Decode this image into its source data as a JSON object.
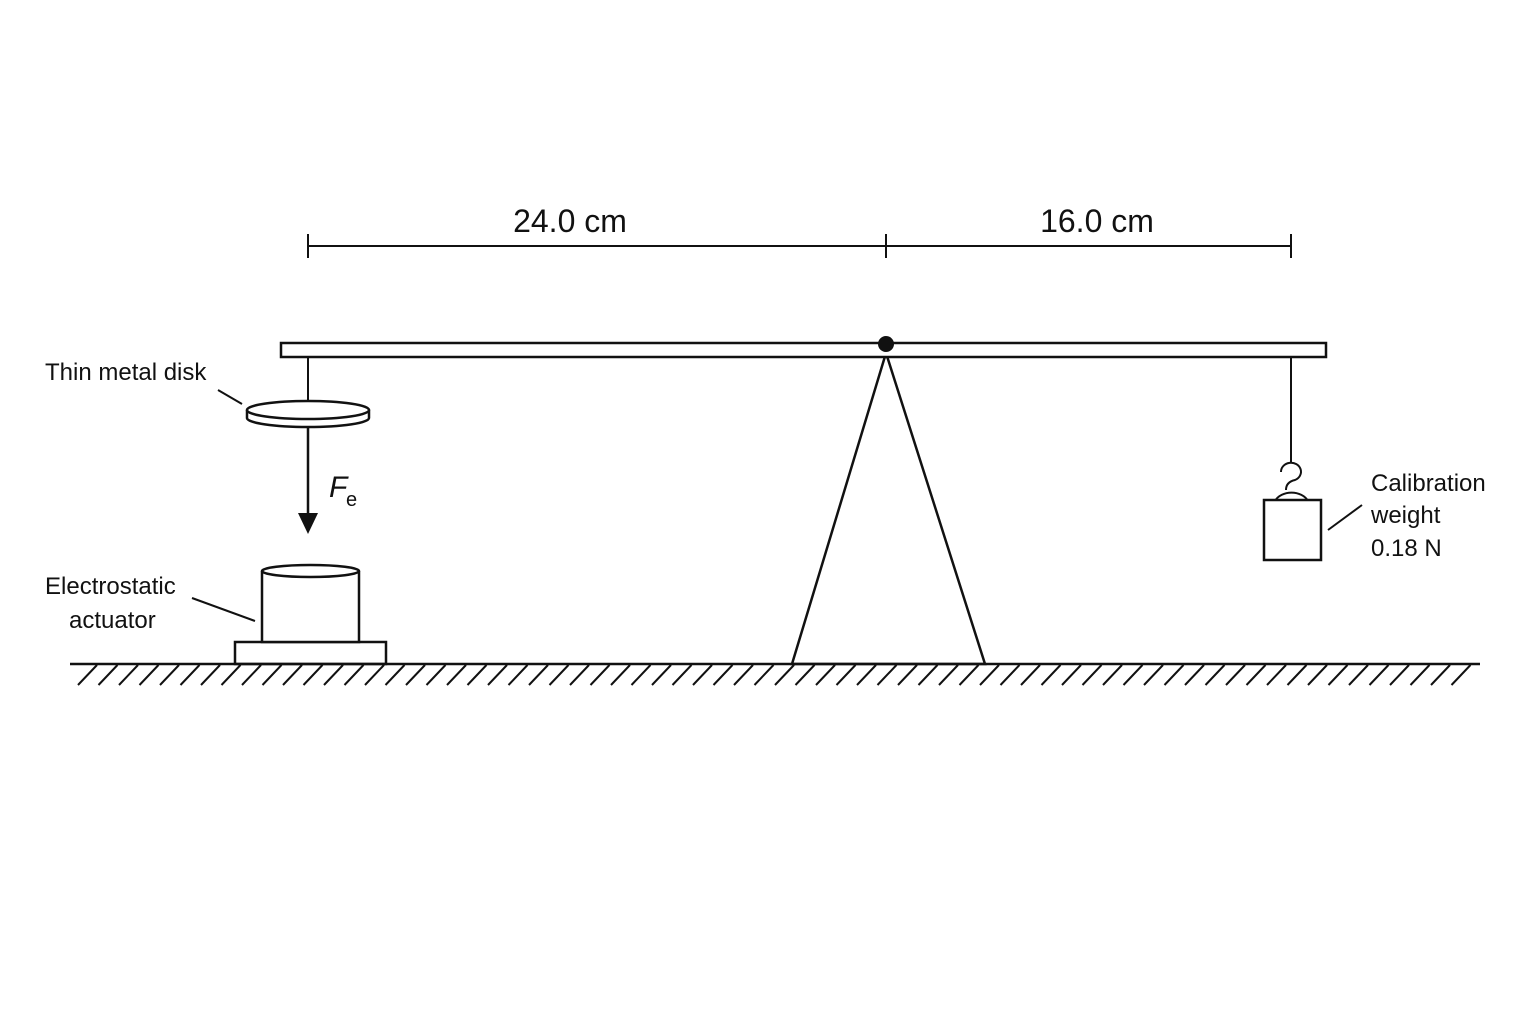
{
  "dimensions": {
    "left_length": "24.0 cm",
    "right_length": "16.0 cm"
  },
  "labels": {
    "disk": "Thin metal disk",
    "force_symbol": "F",
    "force_subscript": "e",
    "actuator_line1": "Electrostatic",
    "actuator_line2": "actuator",
    "weight_line1": "Calibration",
    "weight_line2": "weight",
    "weight_value": "0.18 N"
  }
}
